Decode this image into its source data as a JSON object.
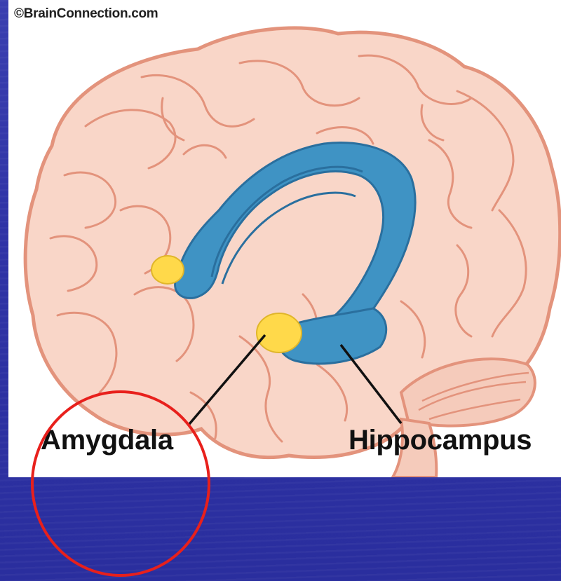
{
  "figure": {
    "copyright": "©BrainConnection.com",
    "labels": {
      "amygdala": "Amygdala",
      "hippocampus": "Hippocampus"
    }
  },
  "colors": {
    "background": "#2f33a6",
    "brain_fill": "#f9d6c8",
    "brain_outline": "#e3937c",
    "limbic_blue": "#3f93c4",
    "amygdala_yellow": "#ffd94a",
    "highlight_circle": "#e8201c",
    "label_text": "#111111"
  },
  "annotation": {
    "shape": "circle",
    "target": "Amygdala"
  }
}
